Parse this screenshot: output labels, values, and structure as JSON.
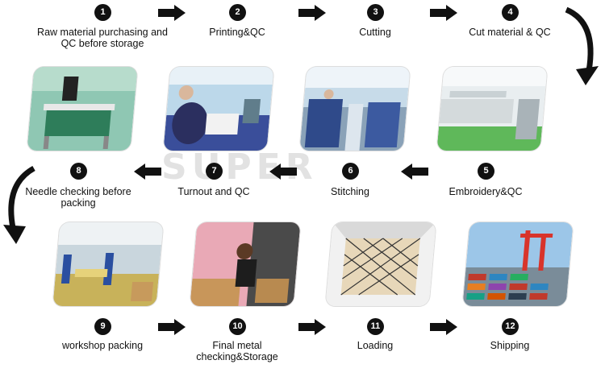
{
  "steps": [
    {
      "num": "1",
      "label": "Raw material purchasing and\nQC before storage",
      "photo": "inspection-machine-photo"
    },
    {
      "num": "2",
      "label": "Printing&QC",
      "photo": "printing-workshop-photo"
    },
    {
      "num": "3",
      "label": "Cutting",
      "photo": "cutting-workshop-photo"
    },
    {
      "num": "4",
      "label": "Cut material & QC",
      "photo": "cut-material-photo"
    },
    {
      "num": "5",
      "label": "Embroidery&QC",
      "photo": "embroidery-machine-photo"
    },
    {
      "num": "6",
      "label": "Stitching",
      "photo": "stitching-line-photo"
    },
    {
      "num": "7",
      "label": "Turnout and QC",
      "photo": "turnout-qc-photo"
    },
    {
      "num": "8",
      "label": "Needle checking before\npacking",
      "photo": "needle-detector-photo"
    },
    {
      "num": "9",
      "label": "workshop packing",
      "photo": "packing-workshop-photo"
    },
    {
      "num": "10",
      "label": "Final metal\nchecking&Storage",
      "photo": "metal-check-storage-photo"
    },
    {
      "num": "11",
      "label": "Loading",
      "photo": "container-loading-photo"
    },
    {
      "num": "12",
      "label": "Shipping",
      "photo": "shipping-port-photo"
    }
  ],
  "watermark": "SUPER",
  "colors": {
    "badge": "#111111",
    "arrow": "#111111"
  }
}
